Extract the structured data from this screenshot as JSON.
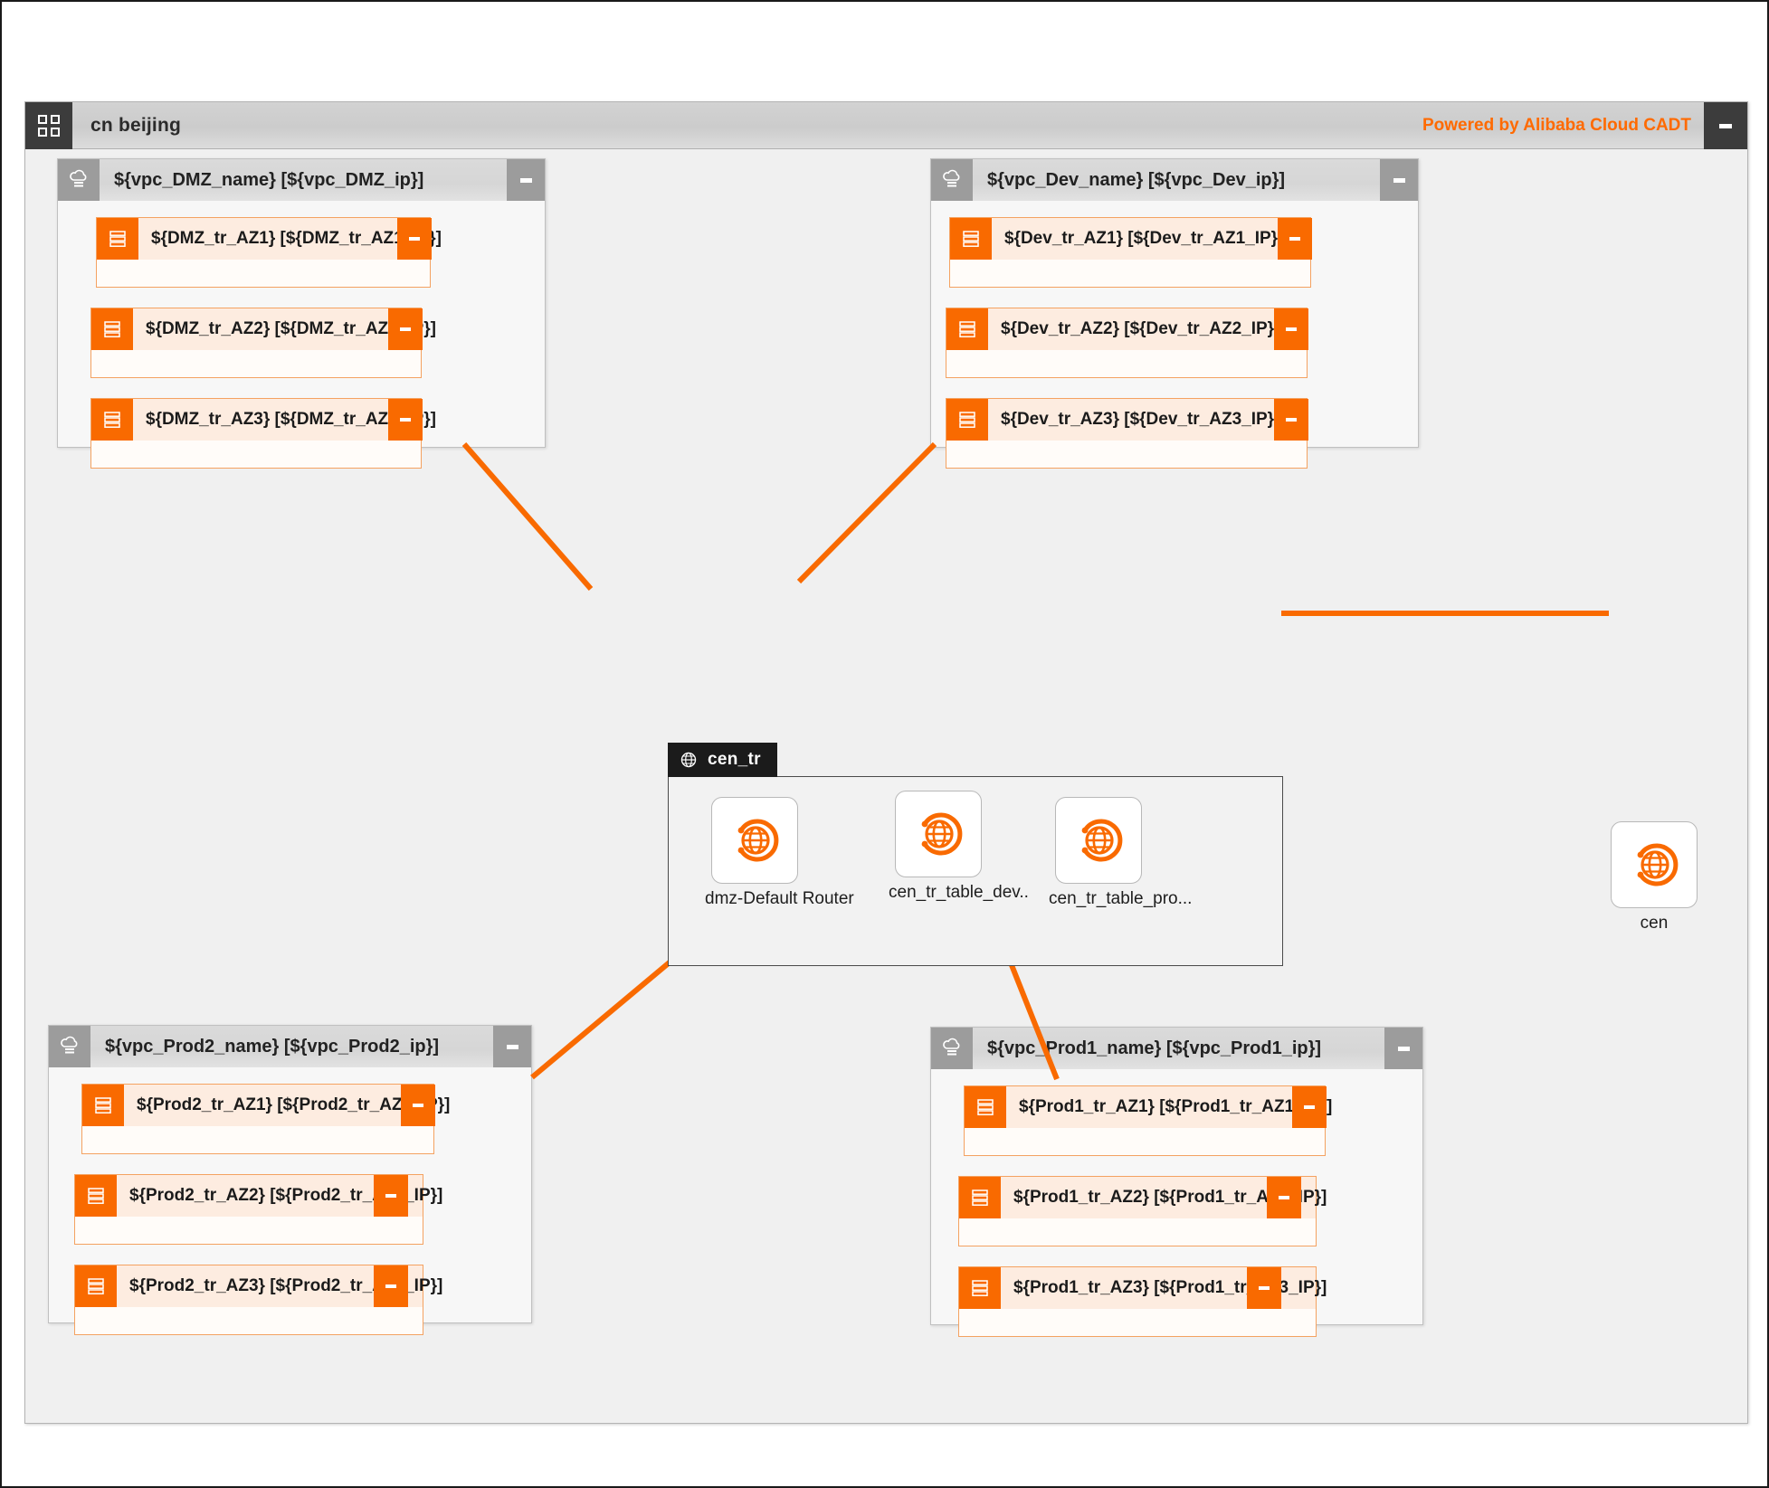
{
  "region": {
    "title": "cn beijing",
    "powered_by": "Powered by Alibaba Cloud CADT",
    "grid_icon": "grid-icon",
    "collapse_label": "-",
    "accent_color": "#ff6a00",
    "header_bg": "#d2d2d2",
    "icon_bg": "#3c3c3c"
  },
  "vpcs": [
    {
      "id": "vpc-dmz",
      "icon": "vpc-cloud-icon",
      "title": "${vpc_DMZ_name} [${vpc_DMZ_ip}]",
      "collapse_label": "-",
      "vswitches": [
        {
          "id": "dmz-az1",
          "icon": "vswitch-icon",
          "title": "${DMZ_tr_AZ1} [${DMZ_tr_AZ1_IP}]",
          "collapse_label": "-"
        },
        {
          "id": "dmz-az2",
          "icon": "vswitch-icon",
          "title": "${DMZ_tr_AZ2} [${DMZ_tr_AZ2_IP}]",
          "collapse_label": "-"
        },
        {
          "id": "dmz-az3",
          "icon": "vswitch-icon",
          "title": "${DMZ_tr_AZ3} [${DMZ_tr_AZ3_IP}]",
          "collapse_label": "-"
        }
      ]
    },
    {
      "id": "vpc-dev",
      "icon": "vpc-cloud-icon",
      "title": "${vpc_Dev_name} [${vpc_Dev_ip}]",
      "collapse_label": "-",
      "vswitches": [
        {
          "id": "dev-az1",
          "icon": "vswitch-icon",
          "title": "${Dev_tr_AZ1} [${Dev_tr_AZ1_IP}]",
          "collapse_label": "-"
        },
        {
          "id": "dev-az2",
          "icon": "vswitch-icon",
          "title": "${Dev_tr_AZ2} [${Dev_tr_AZ2_IP}]",
          "collapse_label": "-"
        },
        {
          "id": "dev-az3",
          "icon": "vswitch-icon",
          "title": "${Dev_tr_AZ3} [${Dev_tr_AZ3_IP}]",
          "collapse_label": "-"
        }
      ]
    },
    {
      "id": "vpc-prod2",
      "icon": "vpc-cloud-icon",
      "title": "${vpc_Prod2_name} [${vpc_Prod2_ip}]",
      "collapse_label": "-",
      "vswitches": [
        {
          "id": "prod2-az1",
          "icon": "vswitch-icon",
          "title": "${Prod2_tr_AZ1} [${Prod2_tr_AZ1_IP}]",
          "collapse_label": "-"
        },
        {
          "id": "prod2-az2",
          "icon": "vswitch-icon",
          "title": "${Prod2_tr_AZ2} [${Prod2_tr_AZ2_IP}]",
          "collapse_label": "-"
        },
        {
          "id": "prod2-az3",
          "icon": "vswitch-icon",
          "title": "${Prod2_tr_AZ3} [${Prod2_tr_AZ3_IP}]",
          "collapse_label": "-"
        }
      ]
    },
    {
      "id": "vpc-prod1",
      "icon": "vpc-cloud-icon",
      "title": "${vpc_Prod1_name} [${vpc_Prod1_ip}]",
      "collapse_label": "-",
      "vswitches": [
        {
          "id": "prod1-az1",
          "icon": "vswitch-icon",
          "title": "${Prod1_tr_AZ1} [${Prod1_tr_AZ1_IP}]",
          "collapse_label": "-"
        },
        {
          "id": "prod1-az2",
          "icon": "vswitch-icon",
          "title": "${Prod1_tr_AZ2} [${Prod1_tr_AZ2_IP}]",
          "collapse_label": "-"
        },
        {
          "id": "prod1-az3",
          "icon": "vswitch-icon",
          "title": "${Prod1_tr_AZ3} [${Prod1_tr_AZ3_IP}]",
          "collapse_label": "-"
        }
      ]
    }
  ],
  "cen_tr": {
    "label": "cen_tr",
    "icon": "globe-icon",
    "routers": [
      {
        "id": "dmz-default-router",
        "icon": "cen-router-icon",
        "label": "dmz-Default Router"
      },
      {
        "id": "cen-tr-table-dev",
        "icon": "cen-router-icon",
        "label": "cen_tr_table_dev.."
      },
      {
        "id": "cen-tr-table-pro",
        "icon": "cen-router-icon",
        "label": "cen_tr_table_pro..."
      }
    ]
  },
  "cen_node": {
    "id": "cen",
    "icon": "cen-icon",
    "label": "cen"
  },
  "link_color": "#f96a00"
}
